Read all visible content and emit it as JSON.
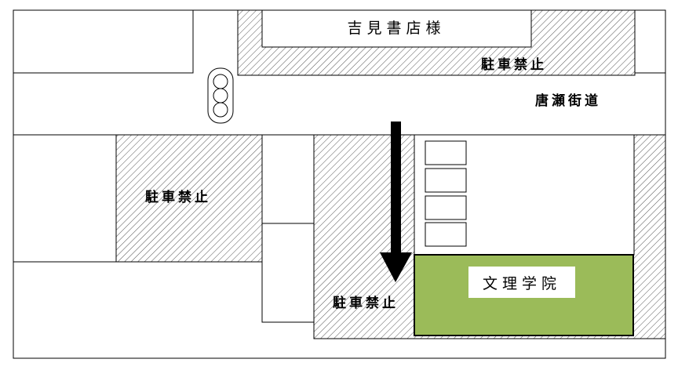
{
  "map": {
    "labels": {
      "shop": "吉見書店様",
      "school": "文理学院",
      "street": "唐瀬街道",
      "no_parking_top": "駐車禁止",
      "no_parking_left": "駐車禁止",
      "no_parking_center": "駐車禁止"
    },
    "colors": {
      "school_fill": "#9bbb59",
      "line": "#000000",
      "hatch": "#555555"
    },
    "icons": {
      "traffic_light": "traffic-light-icon",
      "direction_arrow": "arrow-down-icon"
    }
  }
}
